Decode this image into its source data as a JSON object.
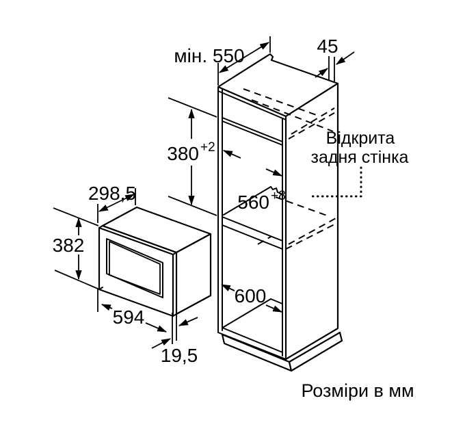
{
  "figure": {
    "kind": "built-in-microwave-installation-diagram",
    "units_note": "Розміри в мм",
    "open_back_note": {
      "line1": "Відкрита",
      "line2": "задня стінка"
    },
    "dimensions": {
      "niche_min_depth": "мін. 550",
      "top_rear_gap": "45",
      "niche_height_value": "380",
      "niche_height_tol": "+2",
      "niche_width_value": "560",
      "niche_width_tol": "+8",
      "base_width": "600",
      "oven_depth": "298,5",
      "oven_height": "382",
      "oven_width": "594",
      "door_protrusion": "19,5"
    },
    "colors": {
      "line": "#000000",
      "background": "#ffffff"
    }
  }
}
